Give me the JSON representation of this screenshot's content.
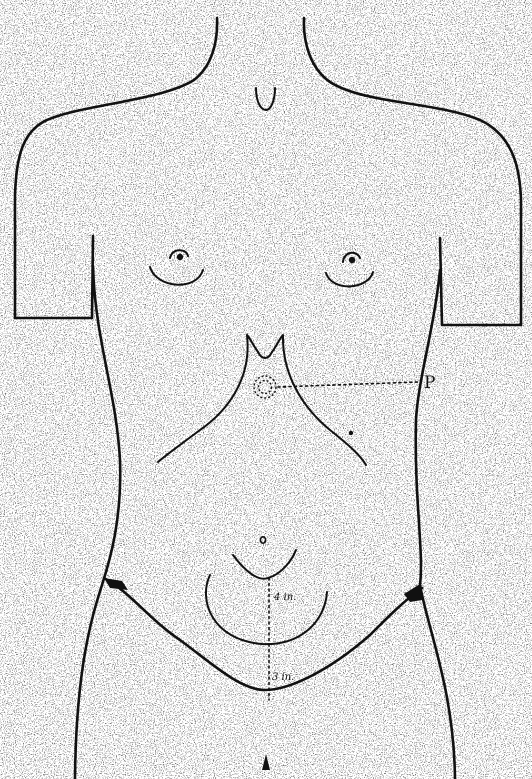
{
  "labels": {
    "point": "P",
    "upper_measure": "4 in.",
    "lower_measure": "3 in."
  }
}
